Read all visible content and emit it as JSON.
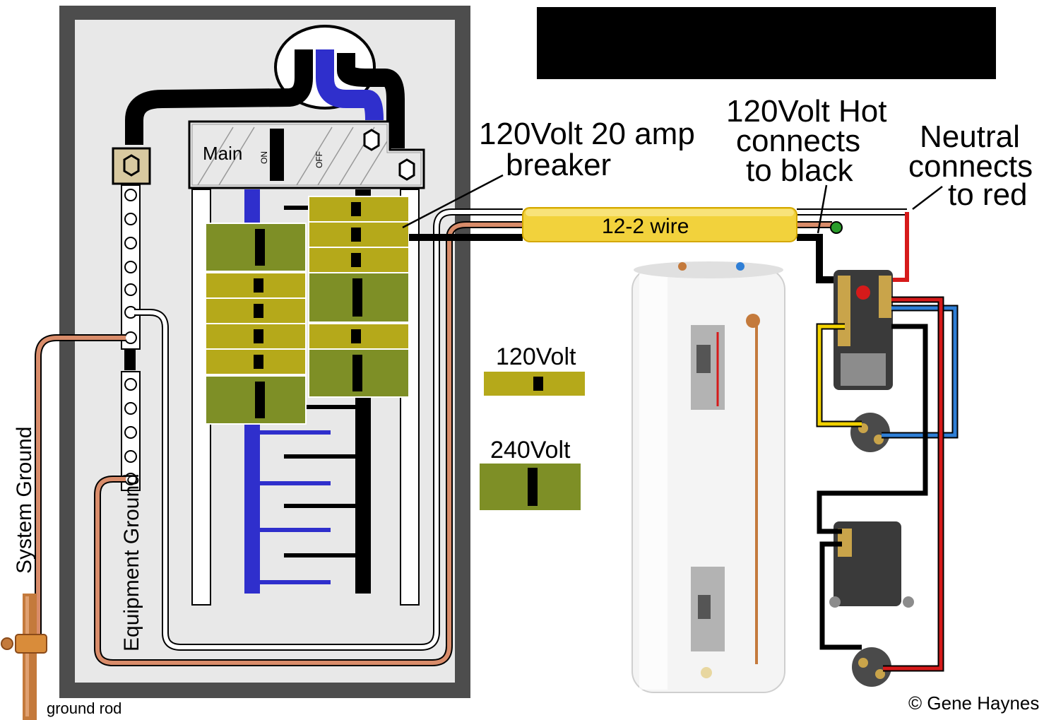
{
  "panel": {
    "main_breaker_label": "Main",
    "on_label": "ON",
    "off_label": "OFF"
  },
  "labels": {
    "breaker_line1": "120Volt 20 amp",
    "breaker_line2": "breaker",
    "hot_line1": "120Volt Hot",
    "hot_line2": "connects",
    "hot_line3": "to black",
    "neutral_line1": "Neutral",
    "neutral_line2": "connects",
    "neutral_line3": "to red",
    "wire_label": "12-2 wire",
    "system_ground": "System Ground",
    "equipment_ground": "Equipment Ground",
    "ground_rod": "ground rod",
    "copyright": "© Gene Haynes"
  },
  "legend": {
    "v120_label": "120Volt",
    "v240_label": "240Volt"
  },
  "colors": {
    "panel_border": "#4d4d4d",
    "panel_bg": "#e8e8e8",
    "breaker_120": "#b5a91a",
    "breaker_240": "#7e8f26",
    "neutral_bus": "#2f2fcc",
    "wire_jacket": "#f2d23c",
    "ground_wire": "#d98c6a",
    "neutral_red": "#d61a1a",
    "heater_blue": "#2f7fd6",
    "heater_yellow": "#f2d200"
  }
}
